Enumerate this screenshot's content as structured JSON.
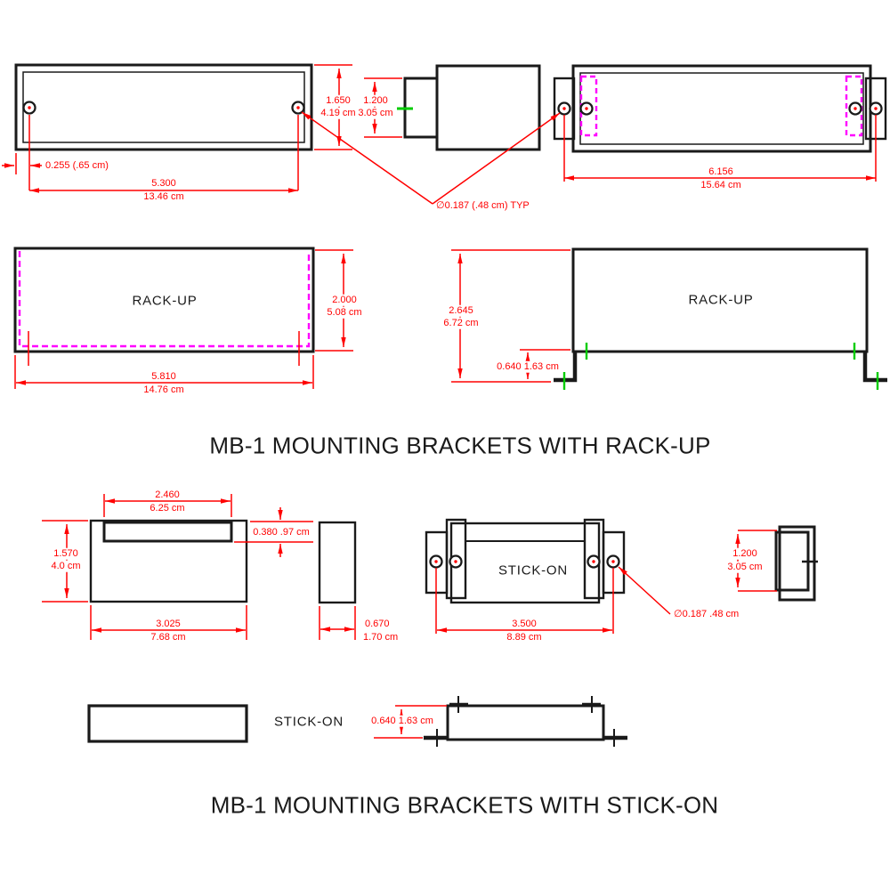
{
  "titles": {
    "rack_up": "MB-1 MOUNTING BRACKETS WITH RACK-UP",
    "stick_on": "MB-1 MOUNTING BRACKETS WITH STICK-ON"
  },
  "labels": {
    "rack_up_front": "RACK-UP",
    "rack_up_side": "RACK-UP",
    "stick_on_front": "STICK-ON",
    "stick_on_flat": "STICK-ON"
  },
  "dims": {
    "panel_height_in": "1.650",
    "panel_height_cm": "4.19 cm",
    "side_depth_in": "1.200",
    "side_depth_cm": "3.05 cm",
    "hole_offset": "0.255 (.65 cm)",
    "hole_spacing_in": "5.300",
    "hole_spacing_cm": "13.46 cm",
    "hole_dia_typ": "∅0.187 (.48 cm) TYP",
    "ear_spacing_in": "6.156",
    "ear_spacing_cm": "15.64 cm",
    "rackup_height_in": "2.000",
    "rackup_height_cm": "5.08 cm",
    "rackup_width_in": "5.810",
    "rackup_width_cm": "14.76 cm",
    "rackup_side_height_in": "2.645",
    "rackup_side_height_cm": "6.72 cm",
    "rackup_foot": "0.640 1.63 cm",
    "slot_width_in": "2.460",
    "slot_width_cm": "6.25 cm",
    "slot_depth": "0.380 .97 cm",
    "piece_height_in": "1.570",
    "piece_height_cm": "4.0 cm",
    "piece_width_in": "3.025",
    "piece_width_cm": "7.68 cm",
    "side_width_in": "0.670",
    "side_width_cm": "1.70 cm",
    "stickon_hole_spacing_in": "3.500",
    "stickon_hole_spacing_cm": "8.89 cm",
    "stickon_hole_dia": "∅0.187 .48 cm",
    "stickon_side_height_in": "1.200",
    "stickon_side_height_cm": "3.05 cm",
    "stickon_foot": "0.640 1.63 cm"
  },
  "colors": {
    "outline": "#1a1a1a",
    "dimension": "#ff0000",
    "highlight": "#ff00ff",
    "datum": "#00cc00",
    "background": "#ffffff"
  }
}
